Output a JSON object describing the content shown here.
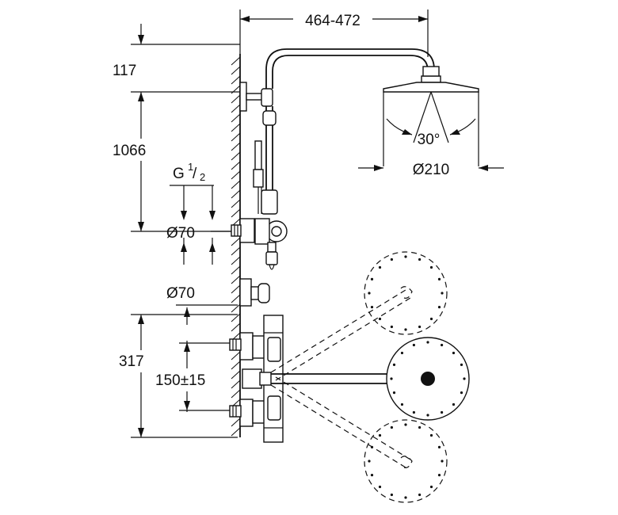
{
  "dimensions": {
    "arm_reach": "464-472",
    "top_offset": "117",
    "height_to_outlet": "1066",
    "thread_size": "G",
    "thread_fraction_num": "1",
    "thread_fraction_den": "2",
    "escutcheon_upper": "Ø70",
    "escutcheon_lower": "Ø70",
    "spray_angle": "30°",
    "head_diameter": "Ø210",
    "mixer_height": "317",
    "inlet_spacing": "150±15"
  }
}
